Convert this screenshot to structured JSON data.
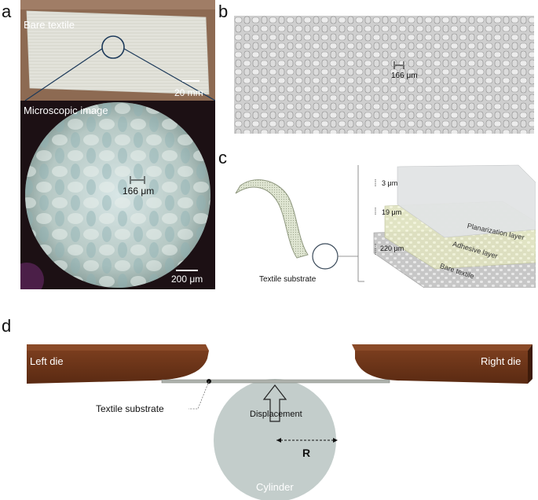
{
  "panel_a": {
    "letter": "a",
    "bare_label": "Bare textile",
    "scale_top": "20 mm",
    "micro_label": "Microscopic image",
    "measure": "166 μm",
    "scale_bottom": "200 μm"
  },
  "panel_b": {
    "letter": "b",
    "measure": "166 μm"
  },
  "panel_c": {
    "letter": "c",
    "substrate_label": "Textile substrate",
    "thickness_top": "3 μm",
    "thickness_mid": "19 μm",
    "thickness_bot": "220 μm",
    "layer_top": "Planarization layer",
    "layer_mid": "Adhesive layer",
    "layer_bot": "Bare textile"
  },
  "panel_d": {
    "letter": "d",
    "left_die": "Left die",
    "right_die": "Right die",
    "substrate_label": "Textile substrate",
    "displacement": "Displacement",
    "radius": "R",
    "cylinder": "Cylinder"
  },
  "colors": {
    "die": "#5a2a12",
    "cylinder": "#c3cdcb",
    "textile": "#e6e6e0",
    "micro_bg": "#1c1014"
  }
}
